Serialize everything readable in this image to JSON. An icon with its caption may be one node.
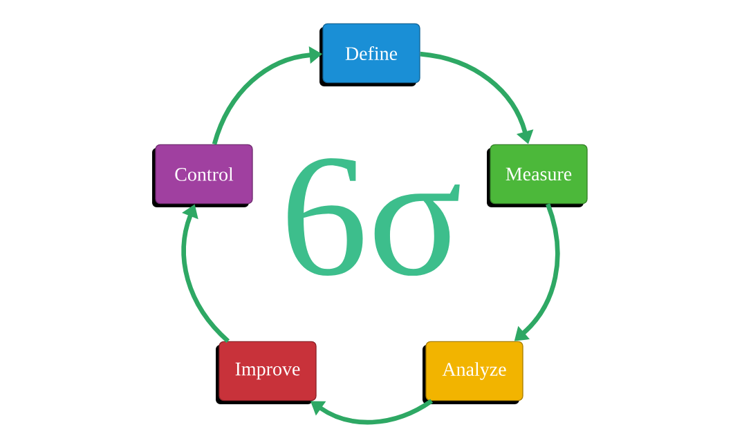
{
  "diagram": {
    "nodes": [
      {
        "text": [
          "Define"
        ]
      },
      {
        "text": [
          "Measure"
        ]
      },
      {
        "text": [
          "Analyze"
        ]
      },
      {
        "text": [
          "Improve"
        ]
      },
      {
        "text": [
          "Control"
        ]
      }
    ],
    "edges": [
      {
        "from": 0,
        "to": 1,
        "arrow": "to"
      },
      {
        "from": 1,
        "to": 2,
        "arrow": "to"
      },
      {
        "from": 2,
        "to": 3,
        "arrow": "to"
      },
      {
        "from": 3,
        "to": 4,
        "arrow": "to"
      },
      {
        "from": 4,
        "to": 0,
        "arrow": "to"
      }
    ],
    "labels": [
      "6σ"
    ]
  }
}
